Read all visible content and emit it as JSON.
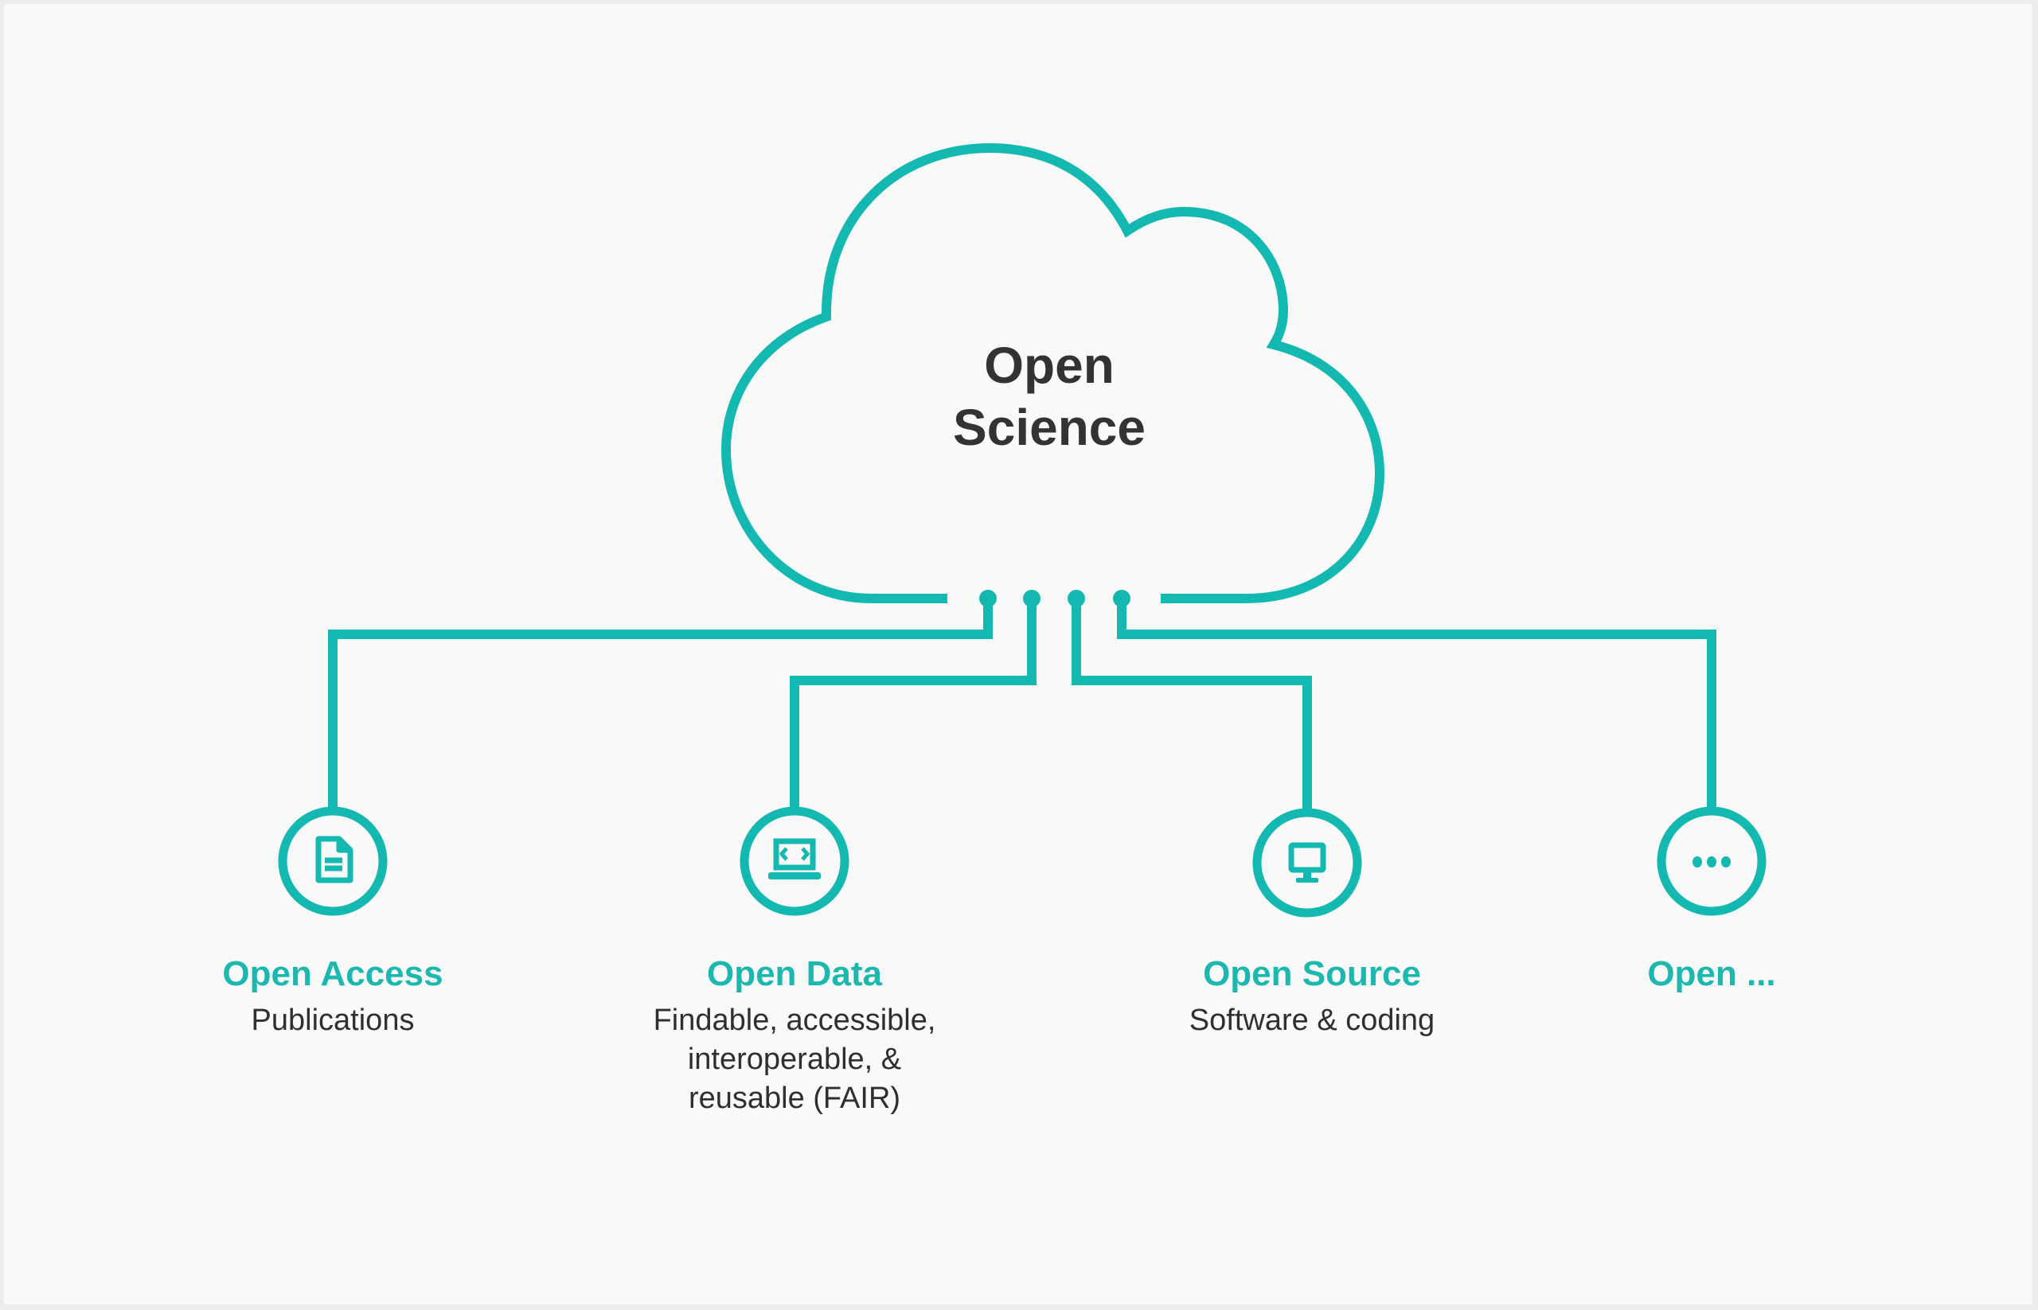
{
  "colors": {
    "accent": "#13b8b1",
    "text_dark": "#333333",
    "background": "#f9f9f9"
  },
  "cloud": {
    "title_line1": "Open",
    "title_line2": "Science",
    "icon": "cloud-icon"
  },
  "nodes": [
    {
      "title": "Open Access",
      "subtitle_lines": [
        "Publications"
      ],
      "icon": "document-icon"
    },
    {
      "title": "Open Data",
      "subtitle_lines": [
        "Findable, accessible,",
        "interoperable, &",
        "reusable (FAIR)"
      ],
      "icon": "laptop-code-icon"
    },
    {
      "title": "Open Source",
      "subtitle_lines": [
        "Software & coding"
      ],
      "icon": "monitor-icon"
    },
    {
      "title": "Open ...",
      "subtitle_lines": [],
      "icon": "more-dots-icon"
    }
  ]
}
